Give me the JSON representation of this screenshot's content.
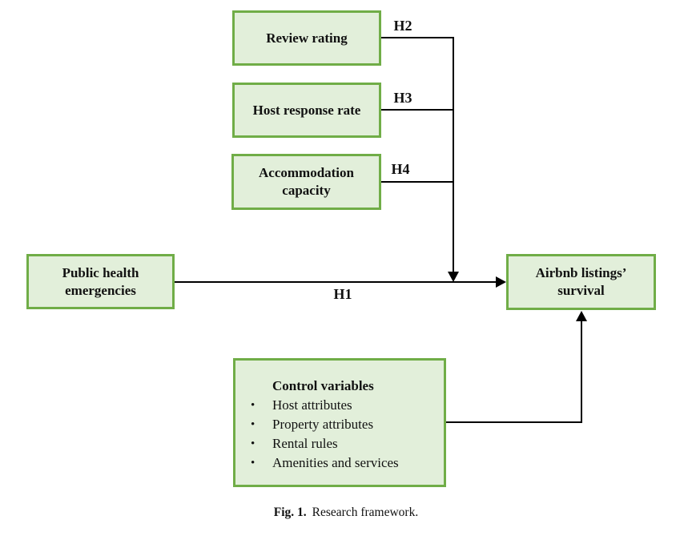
{
  "diagram": {
    "boxes": {
      "review_rating": {
        "label": "Review rating"
      },
      "host_response_rate": {
        "label": "Host response rate"
      },
      "accommodation_capacity": {
        "label": "Accommodation capacity"
      },
      "public_health": {
        "label": "Public health emergencies"
      },
      "airbnb_survival": {
        "label": "Airbnb listings’ survival"
      },
      "control": {
        "title": "Control variables",
        "bullet_icon": "•",
        "items": [
          "Host attributes",
          "Property attributes",
          "Rental rules",
          "Amenities and services"
        ]
      }
    },
    "hypothesis_labels": {
      "h1": "H1",
      "h2": "H2",
      "h3": "H3",
      "h4": "H4"
    },
    "caption": {
      "fig": "Fig. 1.",
      "text": "Research framework."
    },
    "colors": {
      "box_fill": "#e2efda",
      "box_border": "#70ad47",
      "line": "#000000",
      "text": "#111111"
    }
  }
}
